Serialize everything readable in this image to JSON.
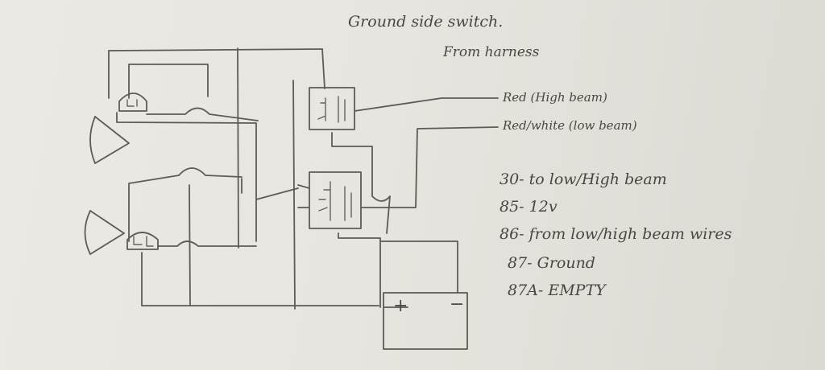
{
  "title": "Ground side switch.",
  "subtitle": "From harness",
  "wire_labels": {
    "red": "Red (High beam)",
    "red_white": "Red/white (low beam)"
  },
  "pin_list": [
    "30- to low/High beam",
    "85- 12v",
    "86- from low/high beam wires",
    "87- Ground",
    "87A- EMPTY"
  ],
  "battery": {
    "positive": "+",
    "negative": "−"
  },
  "colors": {
    "paper": "#e8e5e0",
    "pencil": "#5e5a55"
  }
}
